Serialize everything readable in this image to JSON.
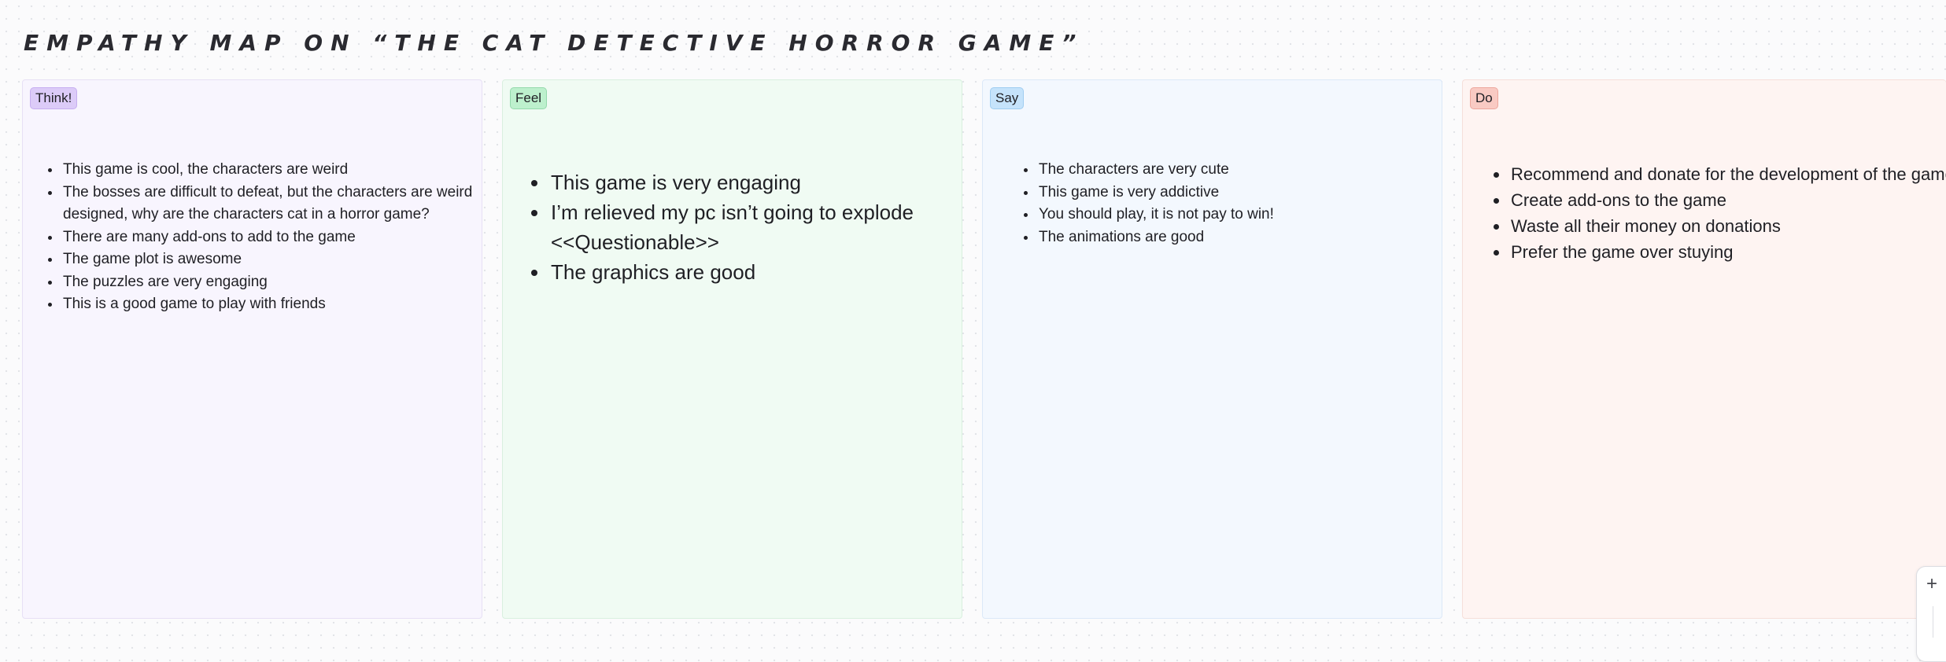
{
  "board": {
    "title": "EMPATHY MAP ON “THE CAT DETECTIVE HORROR GAME”"
  },
  "columns": [
    {
      "tag": "Think!",
      "tag_color": "#dccbf8",
      "background": "#f8f5fe",
      "items": [
        "This game is cool, the characters are weird",
        "The bosses are difficult to defeat, but the characters are weird designed, why are the characters cat in a horror game?",
        "There are many add-ons to add to the game",
        "The game plot is awesome",
        "The puzzles are very engaging",
        "This is a good game to play with friends"
      ]
    },
    {
      "tag": "Feel",
      "tag_color": "#bdf0cd",
      "background": "#f0fbf3",
      "items": [
        "This game is very engaging",
        "I’m relieved my pc isn’t going to explode <<Questionable>>",
        "The graphics are good"
      ]
    },
    {
      "tag": "Say",
      "tag_color": "#c5e3fb",
      "background": "#f3f8fe",
      "items": [
        "The characters are very cute",
        "This game is very addictive",
        "You should play, it is not pay to win!",
        "The animations are good"
      ]
    },
    {
      "tag": "Do",
      "tag_color": "#f9cac3",
      "background": "#fef4f2",
      "items": [
        "Recommend and donate for the development of the game",
        "Create add-ons to the game",
        "Waste all their money on donations",
        "Prefer the game over stuying"
      ]
    }
  ],
  "zoom": {
    "plus_icon": "plus-icon",
    "plus_glyph": "+"
  }
}
